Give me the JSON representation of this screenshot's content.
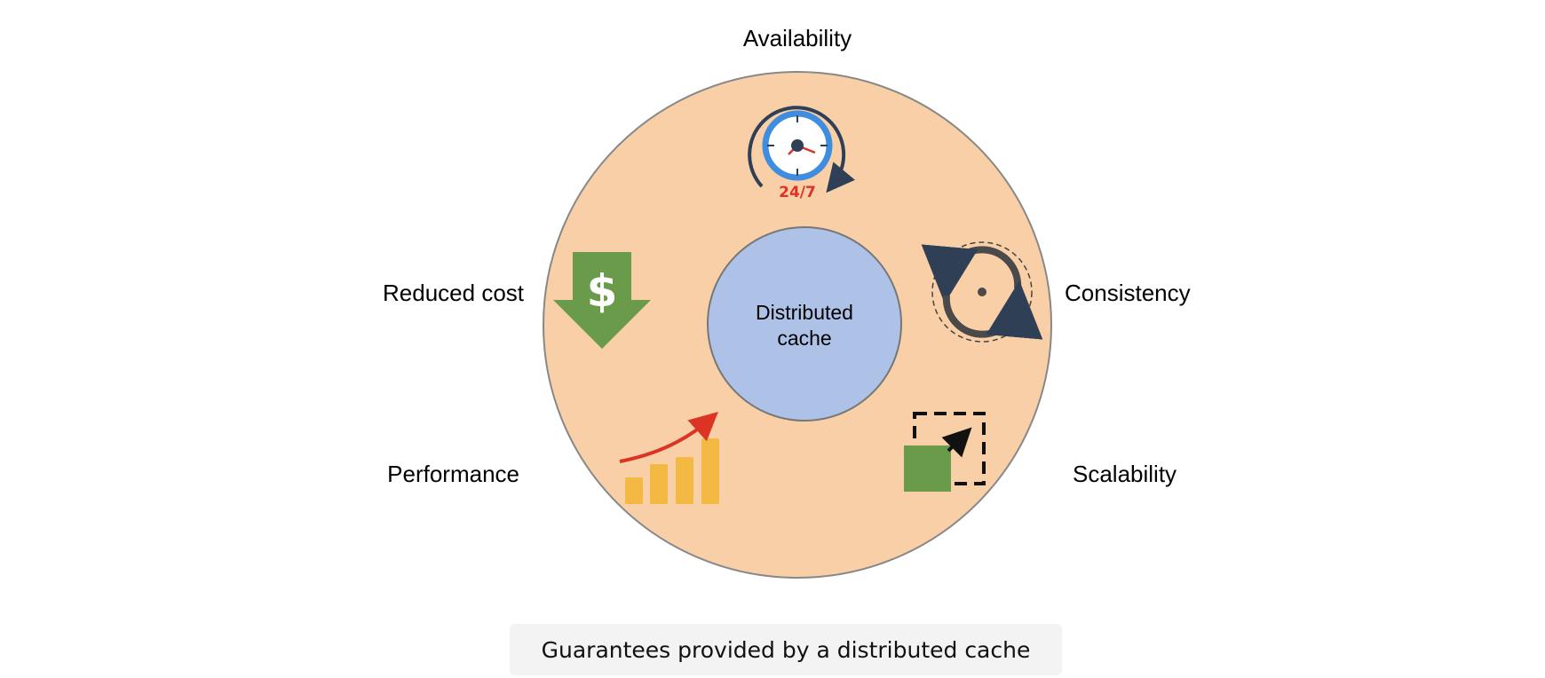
{
  "diagram": {
    "center_label": {
      "line1": "Distributed",
      "line2": "cache"
    },
    "guarantees": {
      "availability": "Availability",
      "consistency": "Consistency",
      "reduced_cost": "Reduced cost",
      "performance": "Performance",
      "scalability": "Scalability"
    },
    "clock_badge": "24/7",
    "dollar_symbol": "$",
    "icons": {
      "availability": "clock-24-7-icon",
      "consistency": "sync-arrows-icon",
      "reduced_cost": "dollar-down-arrow-icon",
      "performance": "bar-chart-growth-icon",
      "scalability": "resize-scale-icon"
    },
    "colors": {
      "outer_circle": "#f8cfa6",
      "inner_circle": "#aec2e8",
      "green": "#6a9b4b",
      "bars": "#f4b942",
      "arrow_red": "#dd3325",
      "clock_blue": "#3f8ddf",
      "dark": "#2f3f55"
    }
  },
  "caption": "Guarantees provided by a distributed cache"
}
